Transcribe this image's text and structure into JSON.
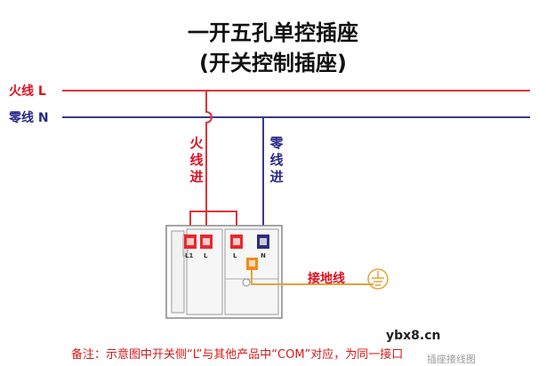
{
  "title_line1": "一开五孔单控插座",
  "title_line2": "(开关控制插座)",
  "live_line_label": "火线 L",
  "neutral_line_label": "零线 N",
  "live_in_label": "火线进",
  "neutral_in_label": "零线进",
  "ground_label": "接地线",
  "terminal_labels": {
    "switch_l1": "L1",
    "switch_l": "L",
    "socket_l": "L",
    "socket_n": "N"
  },
  "note": "备注：示意图中开关侧“L”与其他产品中“COM”对应，为同一接口",
  "watermark": "ybx8.cn",
  "watermark_faint": "插座接线图",
  "colors": {
    "live": "#e0333a",
    "neutral": "#3a3a8c",
    "ground": "#e6a23a",
    "terminal_red": "#e8282e",
    "terminal_blue": "#2d2d7a",
    "terminal_orange": "#f08a1c"
  }
}
